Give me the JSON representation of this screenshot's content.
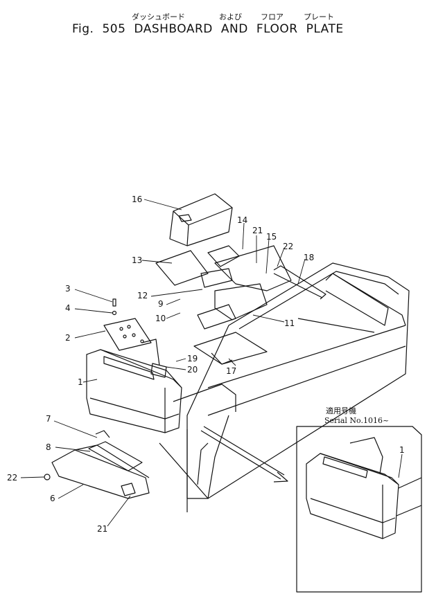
{
  "heading": {
    "fig_label": "Fig.",
    "fig_number": "505",
    "title_words": [
      "DASHBOARD",
      "AND",
      "FLOOR",
      "PLATE"
    ],
    "japanese_words": [
      "ダッシュボード",
      "および",
      "フロア",
      "プレート"
    ]
  },
  "callouts": [
    "16",
    "14",
    "21",
    "15",
    "22",
    "18",
    "13",
    "12",
    "3",
    "9",
    "10",
    "4",
    "11",
    "2",
    "19",
    "20",
    "1",
    "17",
    "7",
    "8",
    "22",
    "6",
    "21",
    "1"
  ],
  "inset": {
    "caption_jp": "適用号機",
    "caption_serial": "Serial No.1016~"
  }
}
